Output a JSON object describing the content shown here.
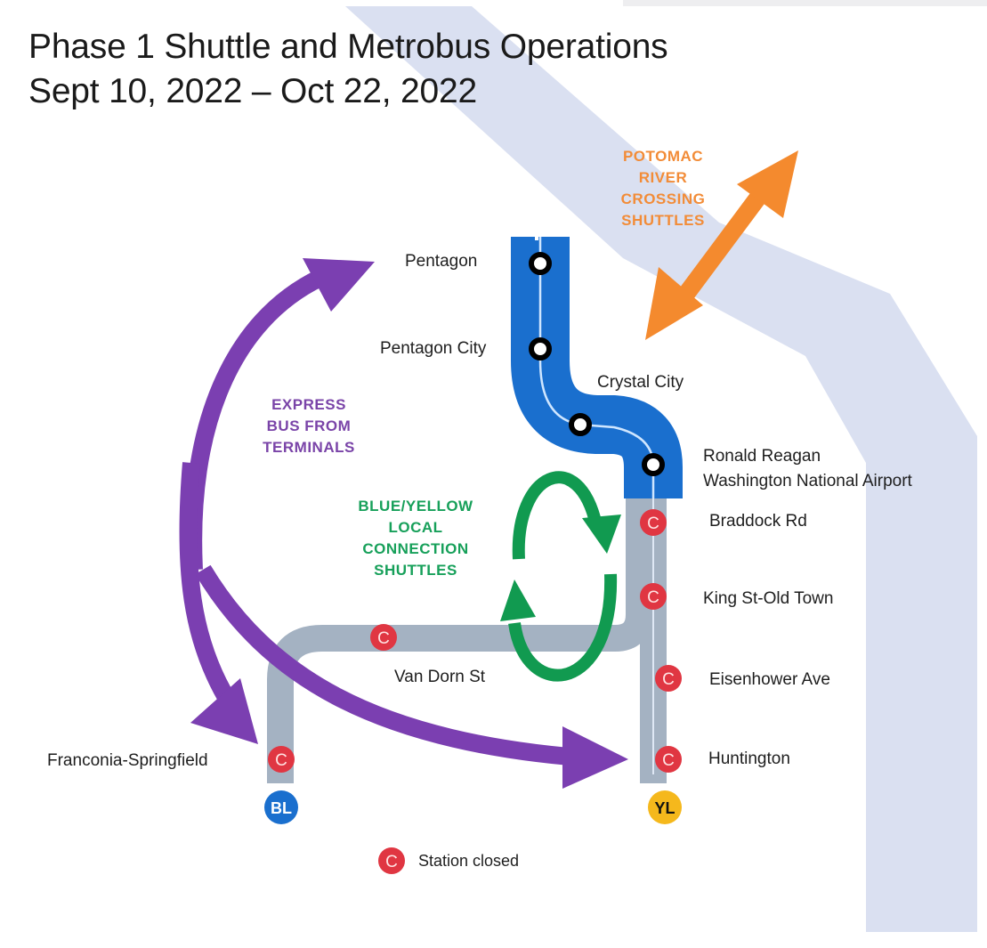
{
  "title": {
    "line1": "Phase 1 Shuttle and Metrobus Operations",
    "line2": "Sept 10, 2022 – Oct 22, 2022"
  },
  "colors": {
    "river": "#dae0f1",
    "blue_line": "#1a6fce",
    "closed_track": "#a4b2c2",
    "closed_station": "#e03642",
    "express_bus": "#7b3fb1",
    "local_shuttle": "#119a50",
    "river_shuttle": "#f48a2e",
    "yellow_line": "#f5b81c"
  },
  "callouts": {
    "potomac": [
      "POTOMAC",
      "RIVER",
      "CROSSING",
      "SHUTTLES"
    ],
    "express": [
      "EXPRESS",
      "BUS FROM",
      "TERMINALS"
    ],
    "local": [
      "BLUE/YELLOW",
      "LOCAL",
      "CONNECTION",
      "SHUTTLES"
    ]
  },
  "stations": {
    "open": [
      {
        "name": "Pentagon"
      },
      {
        "name": "Pentagon City"
      },
      {
        "name": "Crystal City"
      },
      {
        "name_line1": "Ronald Reagan",
        "name_line2": "Washington National Airport"
      }
    ],
    "closed": [
      {
        "name": "Braddock Rd",
        "status": "closed"
      },
      {
        "name": "King St-Old Town",
        "status": "closed"
      },
      {
        "name": "Eisenhower Ave",
        "status": "closed"
      },
      {
        "name": "Huntington",
        "status": "closed"
      },
      {
        "name": "Van Dorn St",
        "status": "closed"
      },
      {
        "name": "Franconia-Springfield",
        "status": "closed"
      }
    ]
  },
  "line_badges": {
    "blue": "BL",
    "yellow": "YL"
  },
  "closed_icon_glyph": "C",
  "legend": {
    "closed_label": "Station closed"
  }
}
